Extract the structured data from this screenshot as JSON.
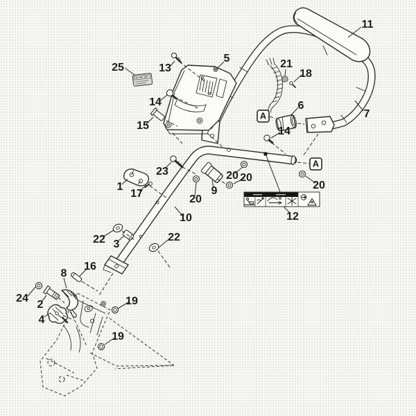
{
  "diagram": {
    "type": "exploded-parts-diagram"
  },
  "colors": {
    "background": "#f7f7f4",
    "line": "#2b2b2b",
    "part_fill": "#fbfbf9",
    "plate_fill": "#dcdcd6",
    "label_header": "#161616"
  },
  "ref_markers": [
    {
      "label": "A"
    },
    {
      "label": "A"
    }
  ],
  "callouts": [
    {
      "label": "25"
    },
    {
      "label": "13"
    },
    {
      "label": "5"
    },
    {
      "label": "11"
    },
    {
      "label": "21"
    },
    {
      "label": "18"
    },
    {
      "label": "7"
    },
    {
      "label": "6"
    },
    {
      "label": "14"
    },
    {
      "label": "15"
    },
    {
      "label": "14"
    },
    {
      "label": "23"
    },
    {
      "label": "1"
    },
    {
      "label": "17"
    },
    {
      "label": "9"
    },
    {
      "label": "20"
    },
    {
      "label": "20"
    },
    {
      "label": "20"
    },
    {
      "label": "20"
    },
    {
      "label": "10"
    },
    {
      "label": "22"
    },
    {
      "label": "3"
    },
    {
      "label": "22"
    },
    {
      "label": "12"
    },
    {
      "label": "16"
    },
    {
      "label": "8"
    },
    {
      "label": "24"
    },
    {
      "label": "2"
    },
    {
      "label": "4"
    },
    {
      "label": "19"
    },
    {
      "label": "19"
    }
  ]
}
